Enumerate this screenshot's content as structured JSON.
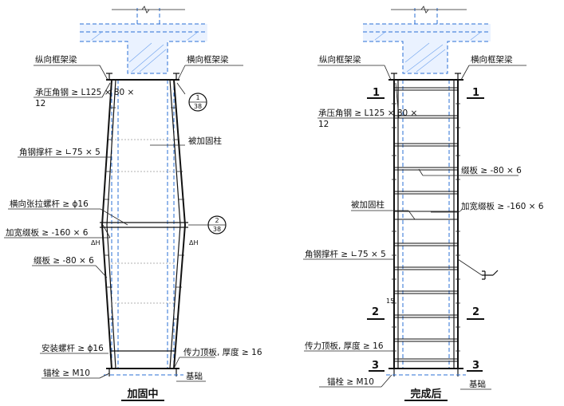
{
  "left": {
    "caption": "加固中",
    "labels": {
      "longitudinal_beam": "纵向框架梁",
      "transverse_beam": "横向框架梁",
      "pressure_angle": "承压角钢 ≥ L125 × 80 ×",
      "pressure_angle_2": "12",
      "strut": "角钢撑杆 ≥ ∟75 × 5",
      "reinforced_column": "被加固柱",
      "tension_bolt": "横向张拉螺杆 ≥ ϕ16",
      "widened_batten": "加宽缀板 ≥ -160 × 6",
      "batten": "缀板 ≥ -80 × 6",
      "install_bolt": "安装螺杆 ≥ ϕ16",
      "jacking_plate": "传力顶板, 厚度 ≥ 16",
      "anchor_bolt": "锚栓 ≥ M10",
      "foundation": "基础",
      "h_mark_1": "ΔH",
      "h_mark_2": "ΔH"
    },
    "details": [
      {
        "num": "1",
        "sheet": "38"
      },
      {
        "num": "2",
        "sheet": "38"
      }
    ]
  },
  "right": {
    "caption": "完成后",
    "labels": {
      "longitudinal_beam": "纵向框架梁",
      "transverse_beam": "横向框架梁",
      "pressure_angle": "承压角钢 ≥ L125 × 80 ×",
      "pressure_angle_2": "12",
      "batten": "缀板 ≥ -80 × 6",
      "reinforced_column": "被加固柱",
      "widened_batten": "加宽缀板 ≥ -160 × 6",
      "strut": "角钢撑杆 ≥ ∟75 × 5",
      "dim_15": "15",
      "jacking_plate": "传力顶板, 厚度 ≥ 16",
      "anchor_bolt": "锚栓 ≥ M10",
      "foundation": "基础",
      "weld_mark": "⊐ ∠"
    },
    "sections": [
      "1",
      "1",
      "2",
      "2",
      "3",
      "3"
    ]
  },
  "colors": {
    "concrete_line": "#2a6fd6",
    "concrete_fill": "#eaf2ff",
    "steel": "#111111"
  }
}
